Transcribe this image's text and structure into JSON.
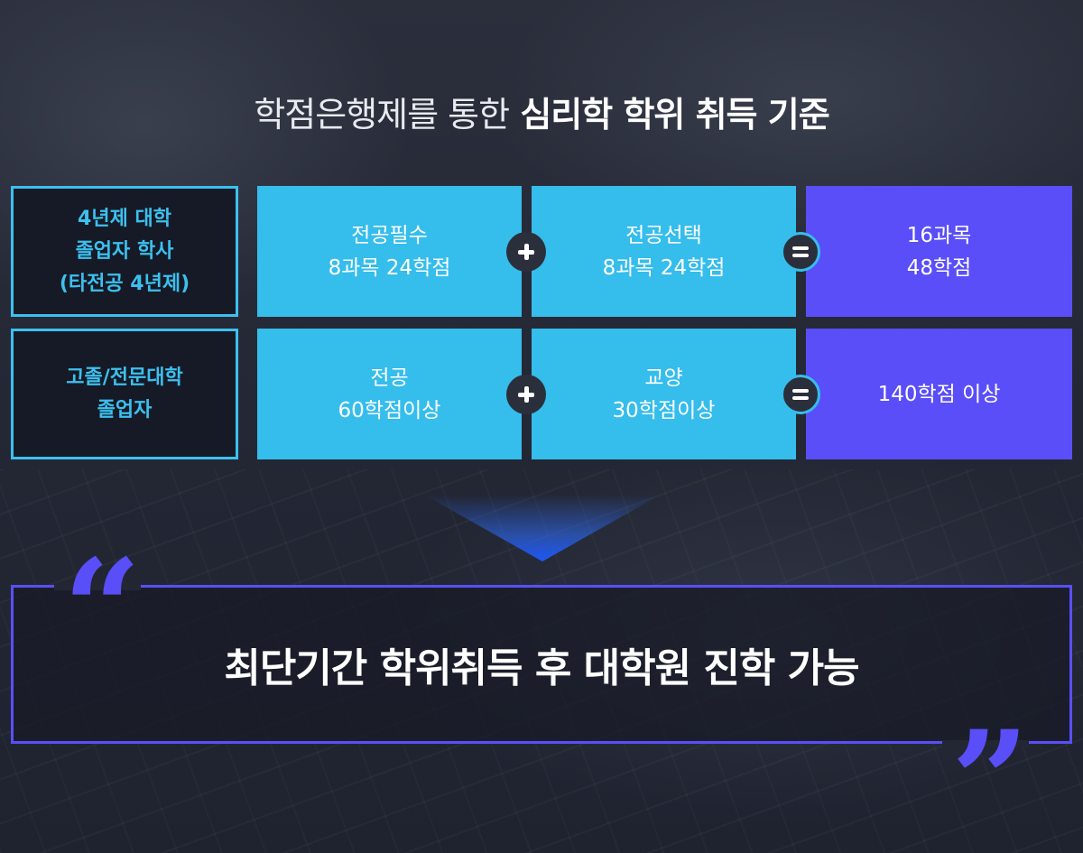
{
  "header": {
    "title_light": "학점은행제를 통한",
    "title_bold": "심리학 학위 취득 기준"
  },
  "rows": [
    {
      "label_lines": [
        "4년제 대학",
        "졸업자 학사",
        "(타전공 4년제)"
      ],
      "item1_lines": [
        "전공필수",
        "8과목 24학점"
      ],
      "item2_lines": [
        "전공선택",
        "8과목 24학점"
      ],
      "result_lines": [
        "16과목",
        "48학점"
      ]
    },
    {
      "label_lines": [
        "고졸/전문대학",
        "졸업자"
      ],
      "item1_lines": [
        "전공",
        "60학점이상"
      ],
      "item2_lines": [
        "교양",
        "30학점이상"
      ],
      "result_lines": [
        "140학점 이상"
      ]
    }
  ],
  "icons": {
    "plus": "plus-icon",
    "equals": "equals-icon",
    "quote_open": "quote-open-icon",
    "quote_close": "quote-close-icon",
    "arrow": "arrow-down-icon"
  },
  "quote": {
    "text": "최단기간 학위취득 후 대학원 진학 가능",
    "open_mark": "“",
    "close_mark": "”"
  },
  "colors": {
    "cyan": "#35bdec",
    "violet": "#5a4ef8",
    "dark": "#161a26"
  }
}
